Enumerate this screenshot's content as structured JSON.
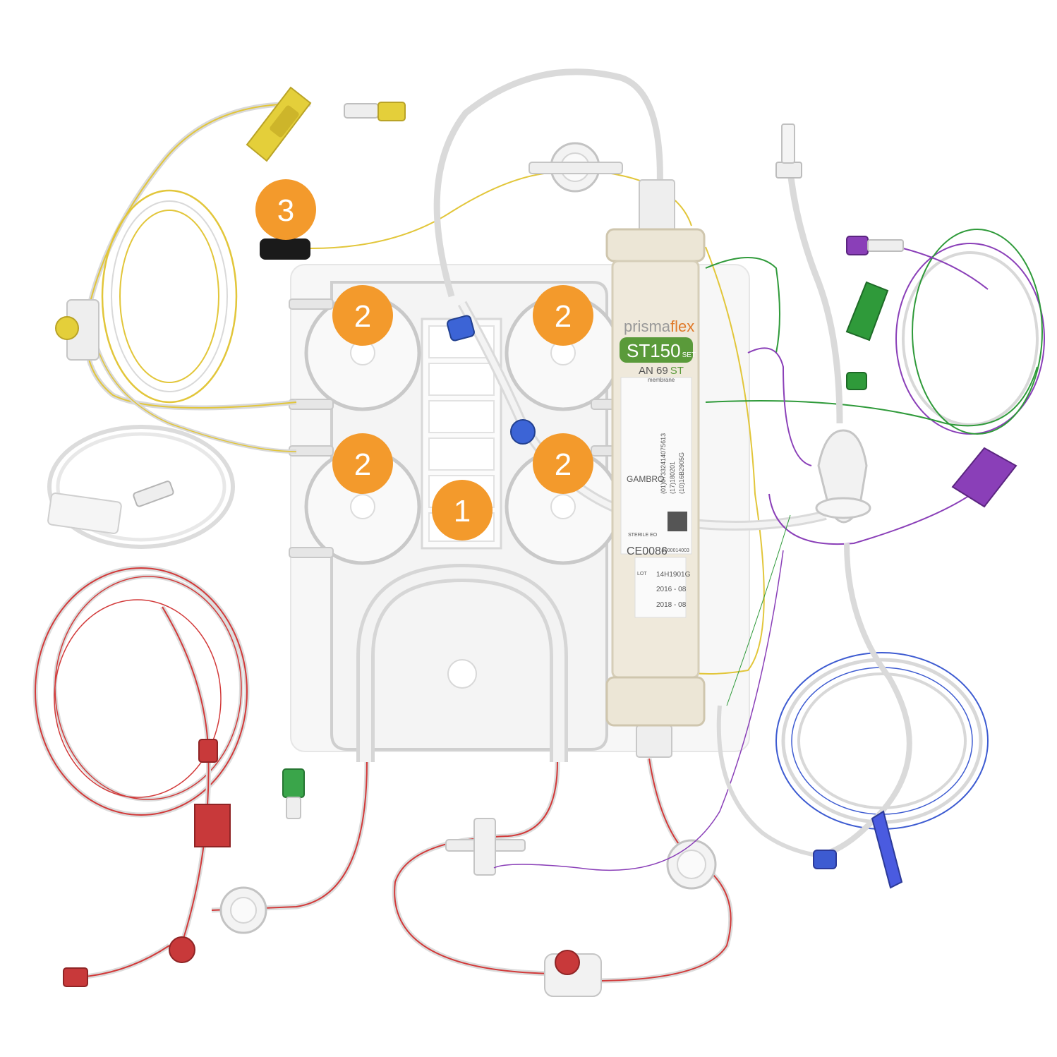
{
  "markers": [
    {
      "id": "m1",
      "label": "1"
    },
    {
      "id": "m2a",
      "label": "2"
    },
    {
      "id": "m2b",
      "label": "2"
    },
    {
      "id": "m2c",
      "label": "2"
    },
    {
      "id": "m2d",
      "label": "2"
    },
    {
      "id": "m3",
      "label": "3"
    }
  ],
  "filter": {
    "brand_prefix": "prisma",
    "brand_suffix": "flex",
    "model": "ST150",
    "model_suffix": "SET",
    "membrane": "AN 69",
    "membrane_suffix": "ST",
    "membrane_word": "membrane",
    "manufacturer": "GAMBRO",
    "ce_mark": "CE0086",
    "sterile": "STERILE EO",
    "lot_label": "LOT",
    "lot": "14H1901G",
    "mfg_date": "2016 - 08",
    "exp_date": "2018 - 08",
    "barcode_text": "(01)07332414075613",
    "barcode_text2": "(17)180201",
    "barcode_text3": "(10)16B2905G",
    "serial": "1000014003"
  },
  "colors": {
    "marker": "#f39a2c",
    "red_line": "#d23a3a",
    "blue_line": "#3d5bd1",
    "purple_line": "#8a3fb8",
    "green_line": "#2f9a3a",
    "yellow_line": "#e2c63a",
    "filter_green": "#5a9a3a"
  }
}
